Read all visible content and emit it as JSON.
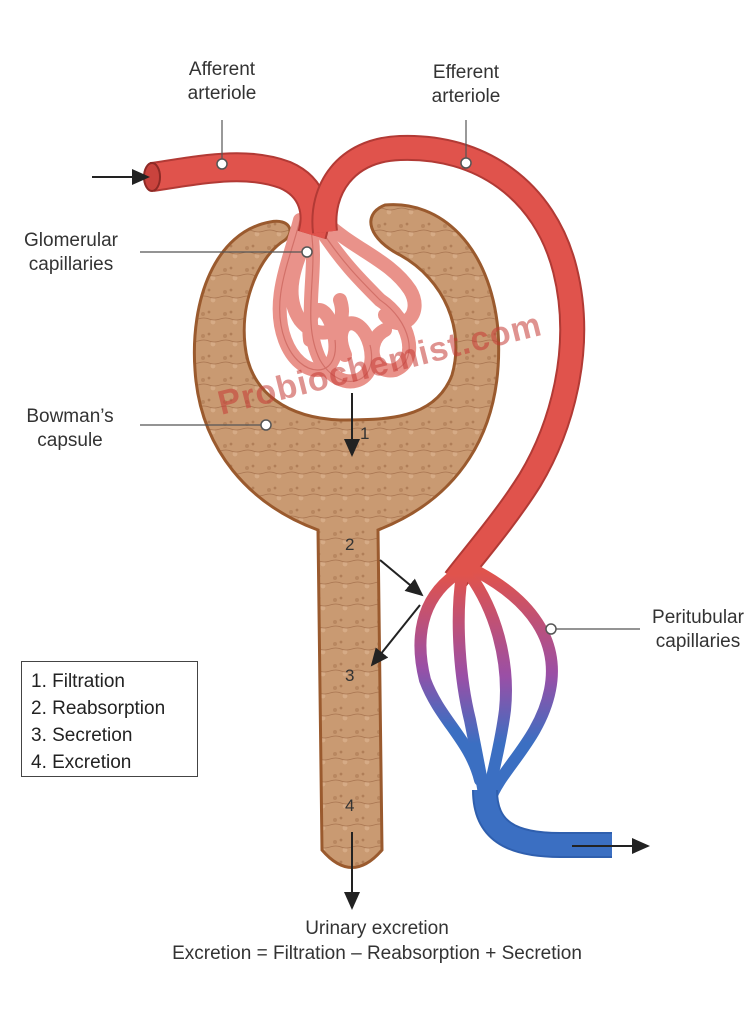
{
  "labels": {
    "afferent": [
      "Afferent",
      "arteriole"
    ],
    "efferent": [
      "Efferent",
      "arteriole"
    ],
    "glomerular": [
      "Glomerular",
      "capillaries"
    ],
    "bowman": [
      "Bowman’s",
      "capsule"
    ],
    "peritubular": [
      "Peritubular",
      "capillaries"
    ]
  },
  "steps": [
    "1",
    "2",
    "3",
    "4"
  ],
  "legend": [
    "1. Filtration",
    "2. Reabsorption",
    "3. Secretion",
    "4. Excretion"
  ],
  "bottom": {
    "line1": "Urinary excretion",
    "line2": "Excretion = Filtration – Reabsorption + Secretion"
  },
  "watermark": "Probiochemist.com",
  "colors": {
    "artery": "#e0534c",
    "artery_dark": "#b23a35",
    "capsule": "#c99a72",
    "capsule_edge": "#9a5a2e",
    "capillary_glom": "#e9928a",
    "vein": "#3b6fc2",
    "transition": "#8a4fa8"
  }
}
